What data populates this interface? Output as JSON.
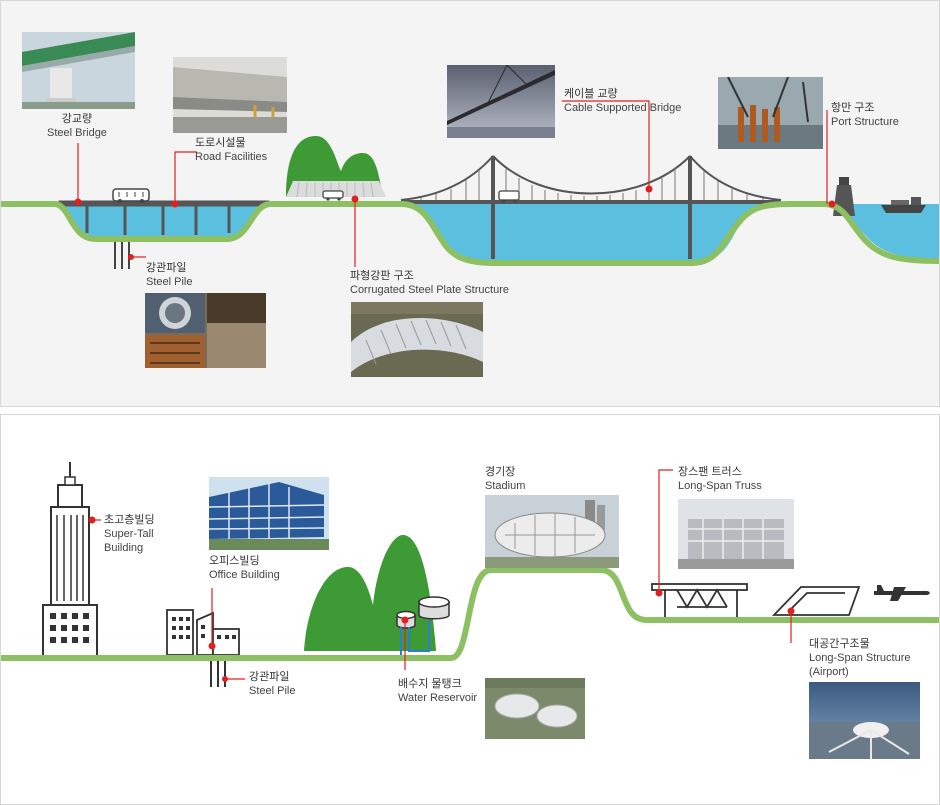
{
  "infrastructure": {
    "labels": {
      "steel_bridge": {
        "ko": "강교량",
        "en": "Steel Bridge"
      },
      "road_facilities": {
        "ko": "도로시설물",
        "en": "Road Facilities"
      },
      "steel_pile": {
        "ko": "강관파일",
        "en": "Steel Pile"
      },
      "corrugated": {
        "ko": "파형강판 구조",
        "en": "Corrugated Steel Plate Structure"
      },
      "cable_bridge": {
        "ko": "케이블 교량",
        "en": "Cable Supported Bridge"
      },
      "port": {
        "ko": "항만 구조",
        "en": "Port Structure"
      }
    }
  },
  "buildings": {
    "labels": {
      "super_tall": {
        "ko": "초고층빌딩",
        "en1": "Super-Tall",
        "en2": "Building"
      },
      "office": {
        "ko": "오피스빌딩",
        "en": "Office Building"
      },
      "steel_pile": {
        "ko": "강관파일",
        "en": "Steel Pile"
      },
      "reservoir": {
        "ko": "배수지 물탱크",
        "en": "Water Reservoir"
      },
      "stadium": {
        "ko": "경기장",
        "en": "Stadium"
      },
      "truss": {
        "ko": "장스팬 트러스",
        "en": "Long-Span  Truss"
      },
      "airport": {
        "ko": "대공간구조물",
        "en1": "Long-Span Structure",
        "en2": "(Airport)"
      }
    }
  },
  "colors": {
    "ground": "#8cc063",
    "water": "#5bbfe0",
    "marker": "#e02020",
    "structure": "#555555",
    "hill": "#3d9a35"
  }
}
